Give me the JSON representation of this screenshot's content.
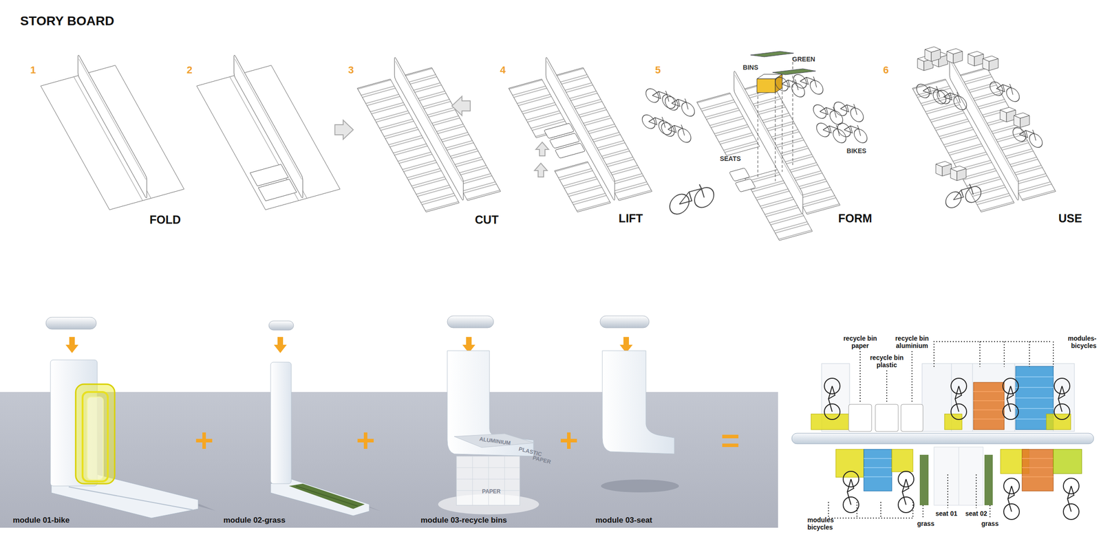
{
  "diagram": {
    "title": "STORY BOARD",
    "labels": [
      "1",
      "2",
      "3",
      "4",
      "5",
      "6",
      "FOLD",
      "CUT",
      "LIFT",
      "FORM",
      "USE",
      "BINS",
      "GREEN",
      "SEATS",
      "BIKES",
      "ALUMINIUM",
      "PLASTIC",
      "PAPER",
      "PAPER",
      "module 01-bike",
      "+",
      "module 02-grass",
      "+",
      "module 03-recycle bins",
      "+",
      "module 03-seat",
      "=",
      "recycle bin paper",
      "recycle bin plastic",
      "recycle bin aluminium",
      "modules-bicycles",
      "modules bicycles",
      "grass",
      "seat 01",
      "seat 02",
      "grass"
    ]
  }
}
